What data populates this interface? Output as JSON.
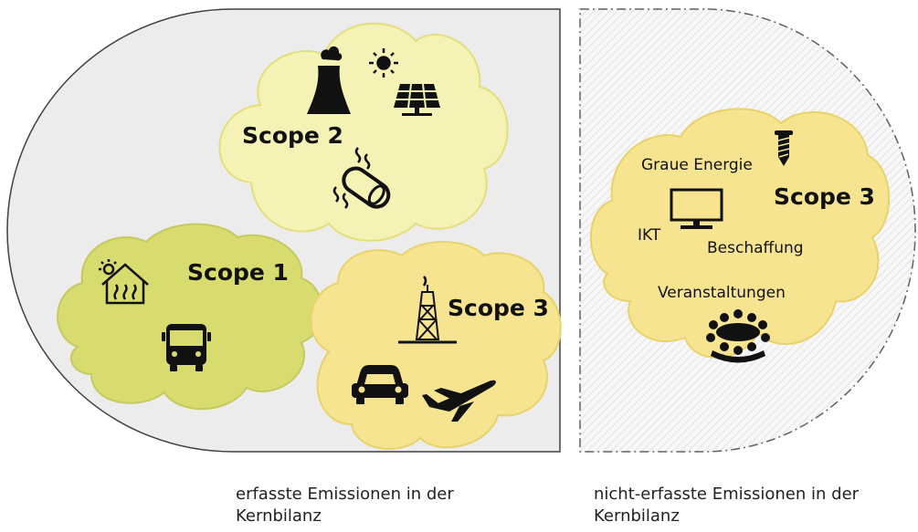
{
  "left_region": {
    "clouds": {
      "scope2": {
        "label": "Scope 2",
        "icons": [
          "power-plant-icon",
          "sun-icon",
          "solar-panel-icon",
          "heated-pipe-icon"
        ]
      },
      "scope1": {
        "label": "Scope 1",
        "icons": [
          "heated-house-icon",
          "bus-icon"
        ]
      },
      "scope3": {
        "label": "Scope 3",
        "icons": [
          "oil-rig-icon",
          "car-icon",
          "airplane-icon"
        ]
      }
    },
    "caption": "erfasste Emissionen in der Kernbilanz",
    "caption_lines": [
      "erfasste Emissionen in der",
      "Kernbilanz"
    ]
  },
  "right_region": {
    "cloud": {
      "label": "Scope 3",
      "items": {
        "graue_energie": "Graue Energie",
        "ikt": "IKT",
        "beschaffung": "Beschaffung",
        "veranstaltungen": "Veranstaltungen"
      },
      "icons": [
        "screw-icon",
        "monitor-icon",
        "meeting-group-icon"
      ]
    },
    "caption": "nicht-erfasste Emissionen in der Kernbilanz",
    "caption_lines": [
      "nicht-erfasste Emissionen in der",
      "Kernbilanz"
    ]
  },
  "colors": {
    "left_region_fill": "#ececec",
    "right_region_fill": "#f5f5f5",
    "scope2_cloud": "#f4f2b4",
    "scope1_cloud": "#d8dc6e",
    "scope3_cloud": "#f7e490",
    "right_cloud": "#f7e490",
    "cloud_stroke": "#e3df7a"
  }
}
